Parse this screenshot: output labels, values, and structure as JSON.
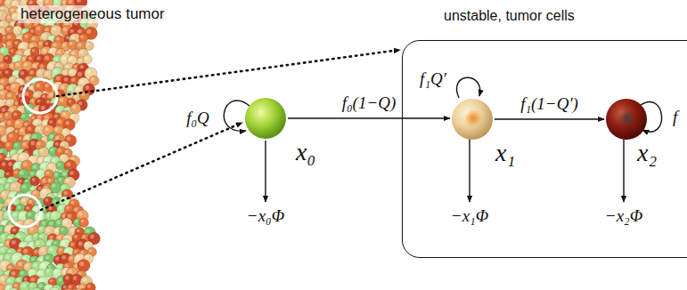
{
  "diagram": {
    "nodes": [
      {
        "text": [
          "heterogeneous tumor"
        ]
      },
      {
        "text": [
          "x₀"
        ]
      },
      {
        "text": [
          "unstable, tumor cells"
        ]
      },
      {
        "text": [
          "x₁"
        ],
        "in": 2
      },
      {
        "text": [
          "x₂"
        ],
        "in": 2
      }
    ],
    "edges": [
      {
        "from": 0,
        "to": 2,
        "arrow": "to"
      },
      {
        "from": 0,
        "to": 1,
        "arrow": "to"
      },
      {
        "from": 1,
        "to": 3,
        "label": "f₀(1−Q)",
        "arrow": "to"
      },
      {
        "from": 3,
        "to": 4,
        "label": "f₁(1−Q′)",
        "arrow": "to"
      }
    ],
    "labels": [
      "f₀Q",
      "f₁Q′",
      "f",
      "−x₀Φ",
      "−x₁Φ",
      "−x₂Φ"
    ]
  }
}
